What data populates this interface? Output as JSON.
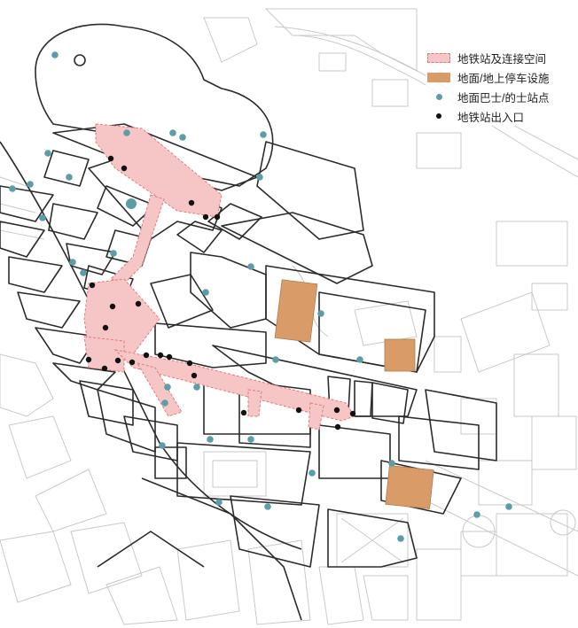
{
  "legend": {
    "items": [
      {
        "key": "station",
        "label": "地铁站及连接空间",
        "fill": "#f6c6c6",
        "stroke": "#e07a7a"
      },
      {
        "key": "parking",
        "label": "地面/地上停车设施",
        "fill": "#d99b67"
      },
      {
        "key": "bus",
        "label": "地面巴士/的士站点",
        "color": "#5d9ea6"
      },
      {
        "key": "exit",
        "label": "地铁站出入口",
        "color": "#111111"
      }
    ]
  },
  "colors": {
    "background": "#ffffff",
    "street_outline": "#2b2b2b",
    "context_outline": "#c9c9c9",
    "station": "#f6c6c6",
    "station_stroke": "#e07a7a",
    "parking": "#d99b67",
    "bus": "#5d9ea6",
    "exit": "#111111"
  }
}
